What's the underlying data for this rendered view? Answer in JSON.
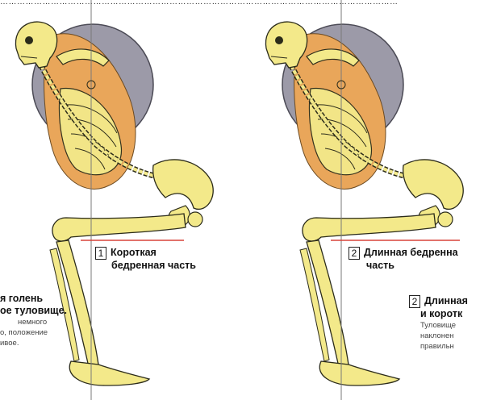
{
  "top_strip": "……………………………………………………………………………………………………………………………",
  "left_figure": {
    "number": "1",
    "caption_line1": "Короткая",
    "caption_line2": "бедренная часть"
  },
  "right_figure": {
    "number": "2",
    "caption_line1": "Длинная бедренна",
    "caption_line2": "часть"
  },
  "left_note": {
    "title_line1": "я голень",
    "title_line2": "ое туловище.",
    "body_line1": "немного",
    "body_line2": "о, положение",
    "body_line3": "ивое."
  },
  "right_note": {
    "number": "2",
    "title_line1": "Длинная",
    "title_line2": "и коротк",
    "body_line1": "Туловище",
    "body_line2": "наклонен",
    "body_line3": "правильн"
  },
  "colors": {
    "bone": "#f3e98a",
    "bone_outline": "#2b2b1a",
    "torso": "#e9a65a",
    "weight_disc": "#9c9aa8",
    "marker_line": "#d8443a",
    "plumb_line": "#7a7a7a"
  }
}
